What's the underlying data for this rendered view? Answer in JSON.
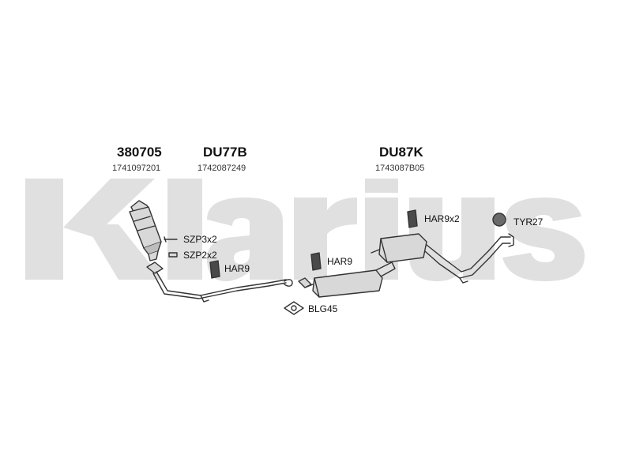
{
  "watermark": {
    "text": "Klarius",
    "color": "#e0e0e0"
  },
  "groups": [
    {
      "code": "380705",
      "number": "1741097201"
    },
    {
      "code": "DU77B",
      "number": "1742087249"
    },
    {
      "code": "DU87K",
      "number": "1743087B05"
    }
  ],
  "parts": {
    "szp3": "SZP3x2",
    "szp2": "SZP2x2",
    "har9_left": "HAR9",
    "har9_mid": "HAR9",
    "har9x2": "HAR9x2",
    "tyr27": "TYR27",
    "blg45": "BLG45"
  },
  "colors": {
    "line": "#333333",
    "fill": "#d8d8d8",
    "shade": "#a9a9a9"
  }
}
